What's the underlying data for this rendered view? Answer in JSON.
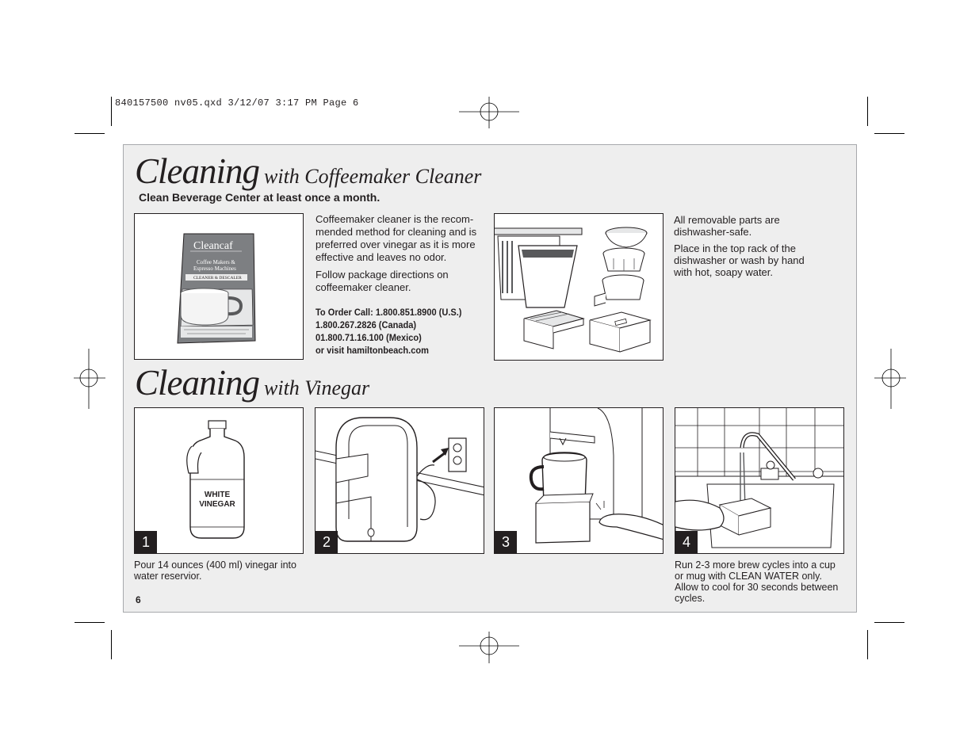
{
  "slug_line": "840157500 nv05.qxd  3/12/07  3:17 PM  Page 6",
  "section1": {
    "title_big": "Cleaning",
    "title_small": "with Coffeemaker Cleaner",
    "subtitle": "Clean Beverage Center at least once a month.",
    "package": {
      "brand": "Cleancaf",
      "line1": "Coffee Makers &",
      "line2": "Espresso Machines",
      "band": "CLEANER & DESCALER"
    },
    "paragraph1": "Coffeemaker cleaner is the recom-mended method for cleaning and is preferred over vinegar as it is more effective and leaves no odor.",
    "paragraph2": "Follow package directions on coffeemaker cleaner.",
    "order_line1": "To Order Call:  1.800.851.8900 (U.S.)",
    "order_line2": "1.800.267.2826 (Canada)",
    "order_line3": "01.800.71.16.100 (Mexico)",
    "order_line4": "or visit hamiltonbeach.com",
    "dishwasher_text1": "All removable parts are dishwasher-safe.",
    "dishwasher_text2": "Place in the top rack of the dishwasher or wash by hand with hot, soapy water."
  },
  "section2": {
    "title_big": "Cleaning",
    "title_small": "with Vinegar",
    "jug_label_line1": "WHITE",
    "jug_label_line2": "VINEGAR",
    "steps": [
      {
        "number": "1",
        "caption": "Pour 14 ounces (400 ml) vinegar into water reservior."
      },
      {
        "number": "2",
        "caption": ""
      },
      {
        "number": "3",
        "caption": ""
      },
      {
        "number": "4",
        "caption": "Run 2-3 more brew cycles into a cup or mug with CLEAN WATER only. Allow to cool for 30 seconds between cycles."
      }
    ]
  },
  "page_number": "6"
}
